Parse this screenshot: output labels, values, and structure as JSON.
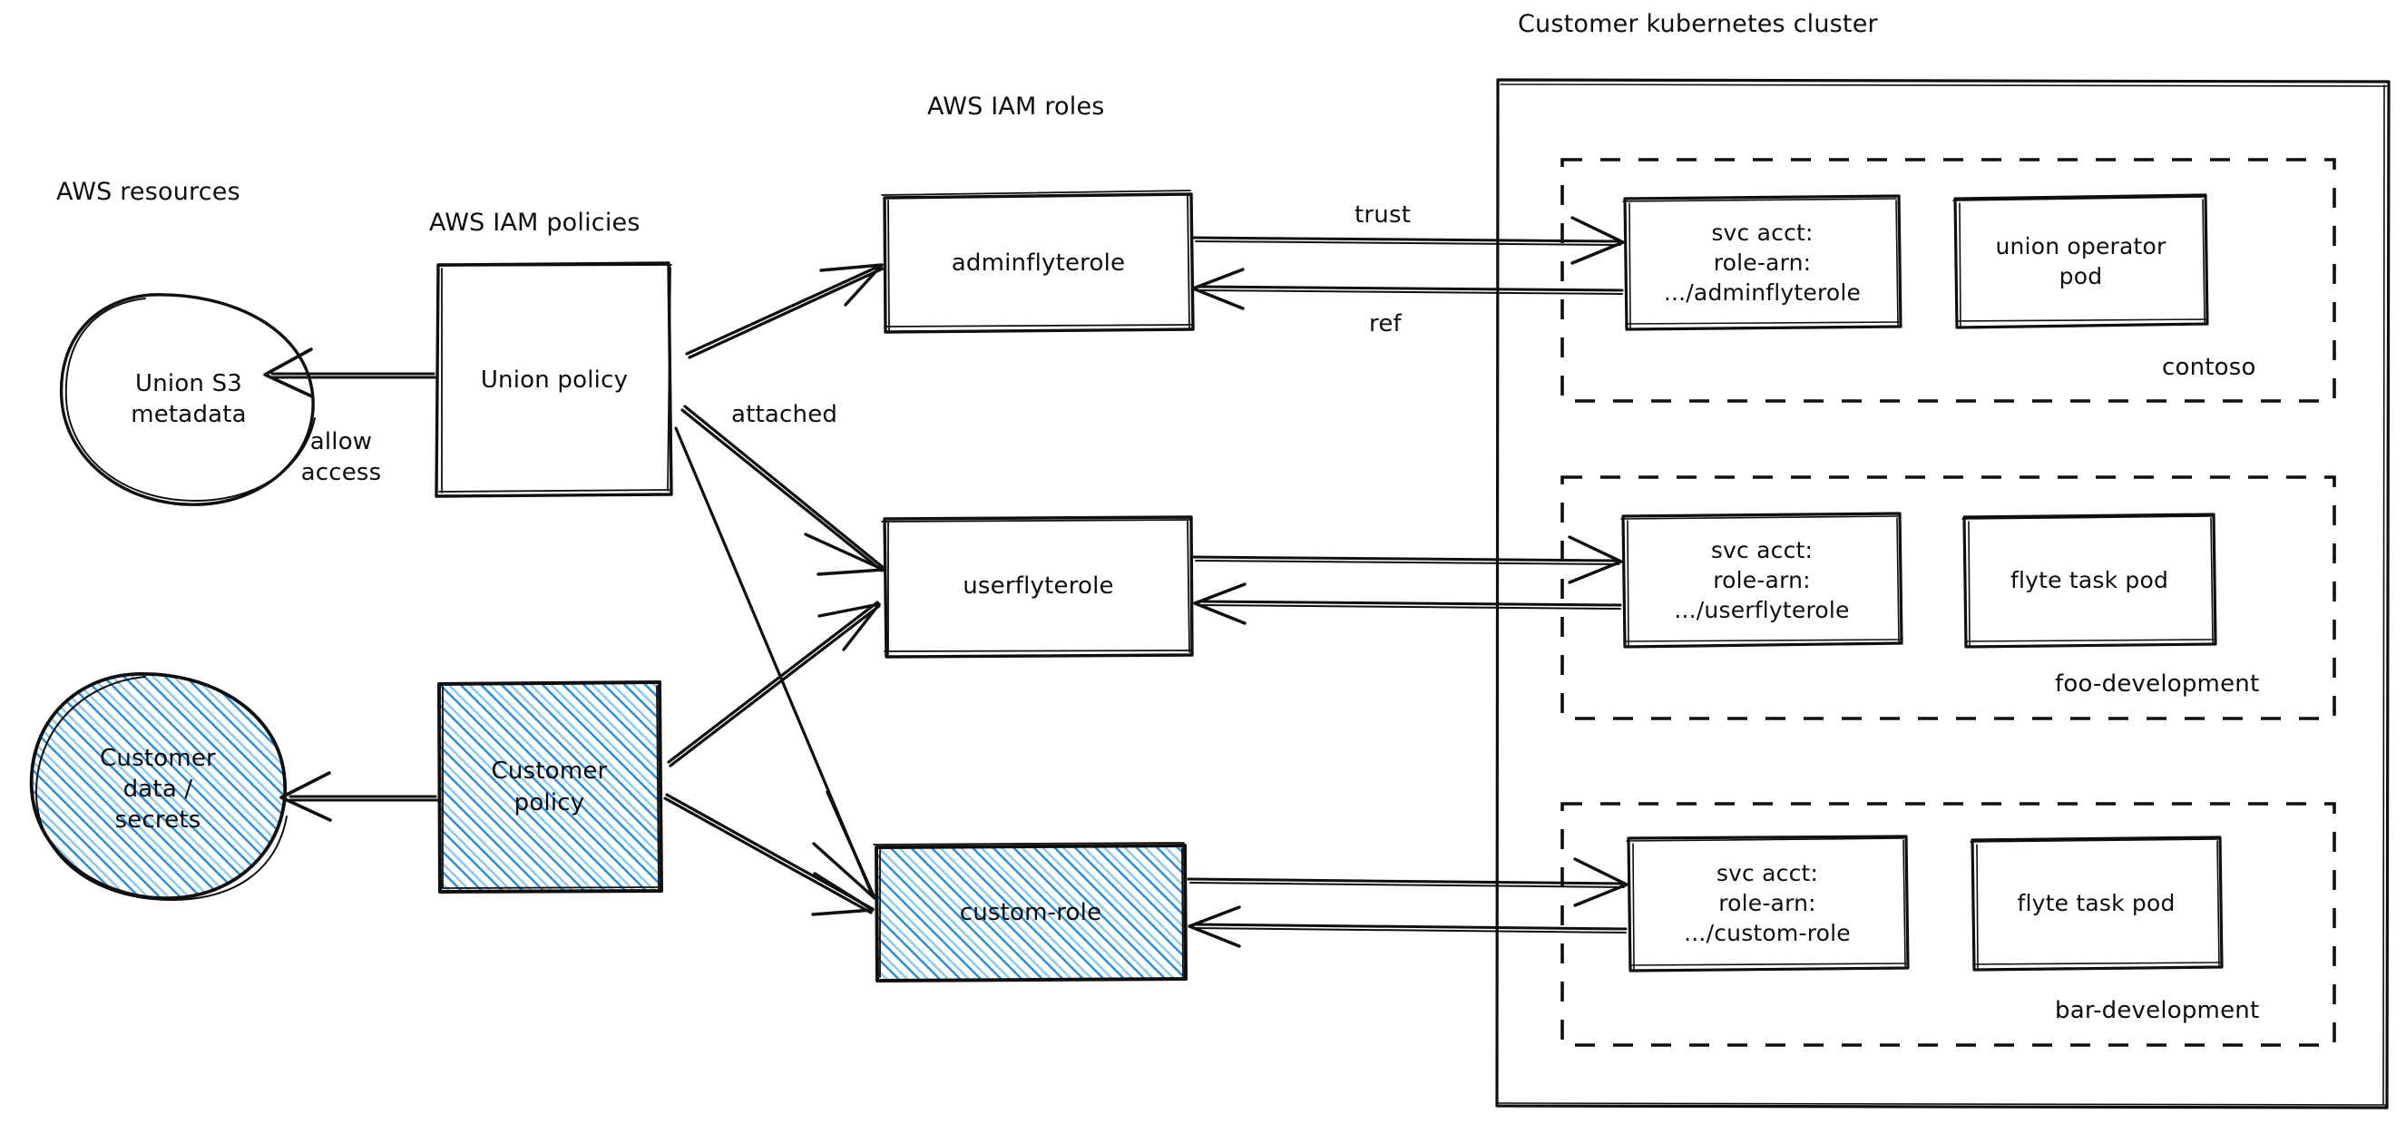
{
  "diagram": {
    "title_groups": {
      "aws_resources": "AWS resources",
      "aws_iam_policies": "AWS IAM policies",
      "aws_iam_roles": "AWS IAM roles",
      "customer_cluster": "Customer kubernetes cluster"
    },
    "resources": [
      {
        "id": "union-s3",
        "label": "Union S3\nmetadata",
        "shape": "circle",
        "fill": "none"
      },
      {
        "id": "customer-data",
        "label": "Customer\ndata /\nsecrets",
        "shape": "circle",
        "fill": "blue-hatch"
      }
    ],
    "policies": [
      {
        "id": "union-policy",
        "label": "Union policy",
        "shape": "rect",
        "fill": "none"
      },
      {
        "id": "customer-policy",
        "label": "Customer\npolicy",
        "shape": "rect",
        "fill": "blue-hatch"
      }
    ],
    "roles": [
      {
        "id": "adminflyterole",
        "label": "adminflyterole",
        "fill": "none"
      },
      {
        "id": "userflyterole",
        "label": "userflyterole",
        "fill": "none"
      },
      {
        "id": "custom-role",
        "label": "custom-role",
        "fill": "blue-hatch"
      }
    ],
    "namespaces": [
      {
        "id": "contoso",
        "name": "contoso",
        "svc_acct": "svc acct:\nrole-arn:\n.../adminflyterole",
        "pod": "union operator\npod"
      },
      {
        "id": "foo-development",
        "name": "foo-development",
        "svc_acct": "svc acct:\nrole-arn:\n.../userflyterole",
        "pod": "flyte task pod"
      },
      {
        "id": "bar-development",
        "name": "bar-development",
        "svc_acct": "svc acct:\nrole-arn:\n.../custom-role",
        "pod": "flyte task pod"
      }
    ],
    "edge_labels": {
      "allow_access": "allow\naccess",
      "attached": "attached",
      "trust": "trust",
      "ref": "ref"
    },
    "colors": {
      "ink": "#0f0f0f",
      "hatch": "#2a8fe0",
      "background": "#ffffff"
    }
  }
}
